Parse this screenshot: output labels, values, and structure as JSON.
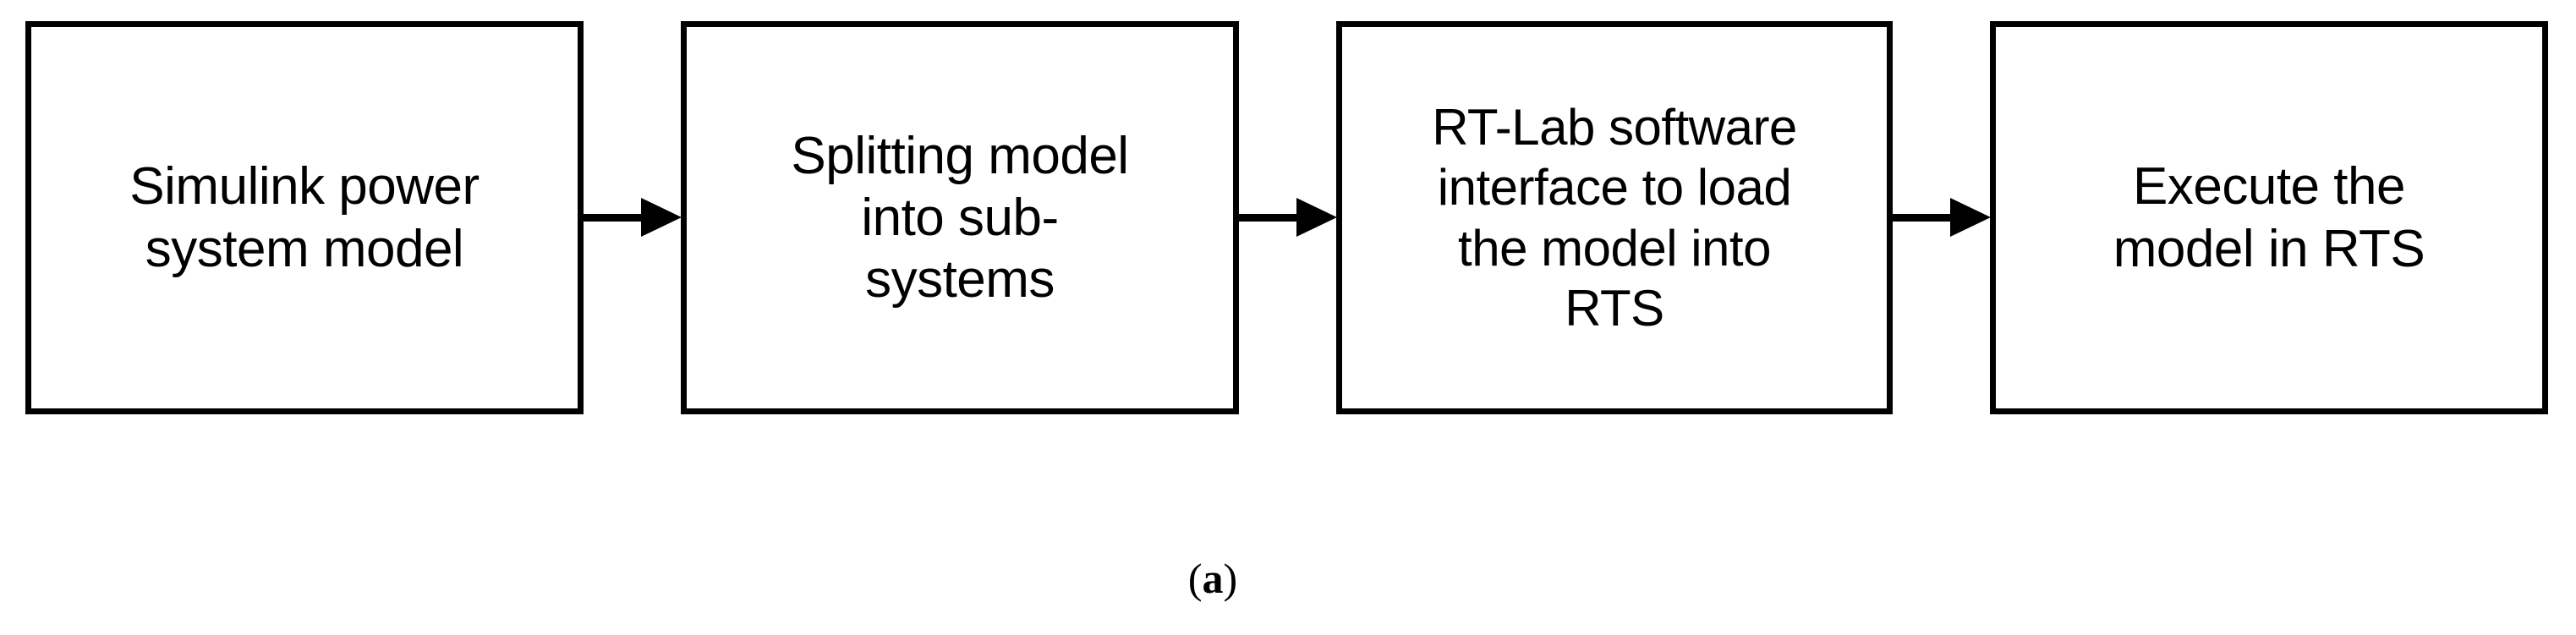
{
  "figure": {
    "type": "flowchart",
    "orientation": "left-to-right",
    "subfigure_label": {
      "open_paren": "(",
      "letter": "a",
      "close_paren": ")",
      "full": "(a)"
    },
    "colors": {
      "stroke": "#000000",
      "fill": "#ffffff",
      "text": "#000000"
    },
    "steps": [
      {
        "index": 1,
        "text": "Simulink power\nsystem model",
        "lines": [
          "Simulink power",
          "system model"
        ]
      },
      {
        "index": 2,
        "text": "Splitting model\ninto sub-\nsystems",
        "lines": [
          "Splitting model",
          "into sub-",
          "systems"
        ]
      },
      {
        "index": 3,
        "text": "RT-Lab software\ninterface to load\nthe model into\nRTS",
        "lines": [
          "RT-Lab software",
          "interface to load",
          "the model into",
          "RTS"
        ]
      },
      {
        "index": 4,
        "text": "Execute the\nmodel in RTS",
        "lines": [
          "Execute the",
          "model in RTS"
        ]
      }
    ],
    "connectors": [
      {
        "from": 1,
        "to": 2,
        "kind": "arrow-right"
      },
      {
        "from": 2,
        "to": 3,
        "kind": "arrow-right"
      },
      {
        "from": 3,
        "to": 4,
        "kind": "arrow-right"
      }
    ]
  }
}
